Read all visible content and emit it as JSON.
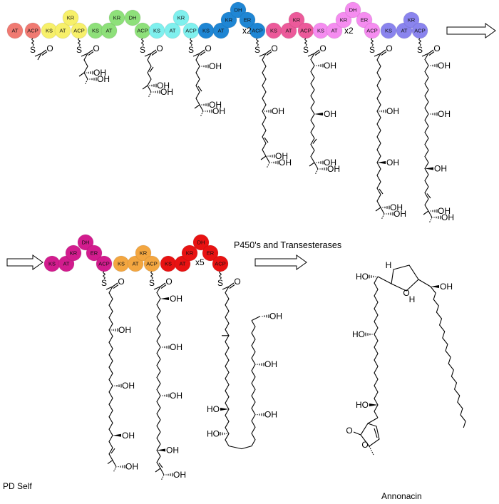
{
  "labels": {
    "repeat_a": "x2",
    "repeat_b": "x2",
    "repeat_c": "x5",
    "enzymes": "P450's and Transesterases",
    "pd_self": "PD Self",
    "product": "Annonacin"
  },
  "domain_colors": {
    "AT": "#f07a72",
    "ACP": "#f07a72",
    "loading": "#f07a72",
    "m1": "#f7f06a",
    "m2": "#8ee07a",
    "m3": "#7ff0ee",
    "m4": "#1f86d4",
    "m5": "#ec5a9a",
    "m6": "#f58cf0",
    "m7": "#8a84ee",
    "m8": "#d21c8e",
    "m9": "#f3a640",
    "m10": "#e81212"
  },
  "modules_row1": [
    {
      "id": "loading",
      "domains": [
        "AT",
        "ACP"
      ]
    },
    {
      "id": "m1",
      "domains": [
        "KS",
        "AT",
        "KR",
        "ACP"
      ]
    },
    {
      "id": "m2",
      "domains": [
        "KS",
        "AT",
        "KR",
        "DH",
        "ACP"
      ]
    },
    {
      "id": "m3",
      "domains": [
        "KS",
        "AT",
        "KR",
        "ACP"
      ]
    },
    {
      "id": "m4",
      "domains": [
        "KS",
        "AT",
        "KR",
        "DH",
        "ER",
        "ACP"
      ]
    },
    {
      "id": "m5",
      "domains": [
        "KS",
        "AT",
        "KR",
        "ACP"
      ]
    },
    {
      "id": "m6",
      "domains": [
        "KS",
        "AT",
        "KR",
        "DH",
        "ER",
        "ACP"
      ]
    },
    {
      "id": "m7",
      "domains": [
        "KS",
        "AT",
        "KR",
        "ACP"
      ]
    }
  ],
  "modules_row2": [
    {
      "id": "m8",
      "domains": [
        "KS",
        "AT",
        "KR",
        "DH",
        "ER",
        "ACP"
      ]
    },
    {
      "id": "m9",
      "domains": [
        "KS",
        "AT",
        "KR",
        "ACP"
      ]
    },
    {
      "id": "m10",
      "domains": [
        "KS",
        "AT",
        "KR",
        "DH",
        "ER",
        "ACP"
      ]
    }
  ],
  "chem_labels": {
    "thio": "S",
    "carbonyl": "O",
    "hydroxyl": "OH",
    "hydroxyl_left": "HO",
    "hydrogen": "H",
    "ring_oxygen": "O"
  }
}
